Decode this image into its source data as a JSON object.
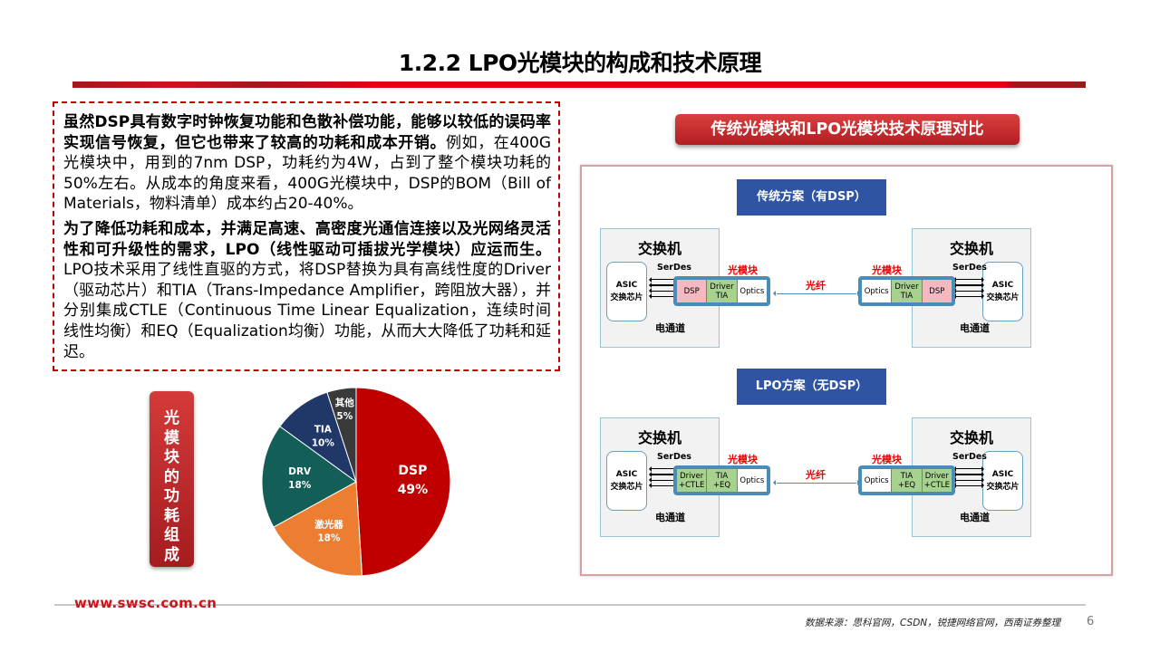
{
  "title": "1.2.2 LPO光模块的构成和技术原理",
  "text": {
    "p1_bold": "虽然DSP具有数字时钟恢复功能和色散补偿功能，能够以较低的误码率实现信号恢复，但它也带来了较高的功耗和成本开销。",
    "p1_rest": "例如，在400G光模块中，用到的7nm  DSP，功耗约为4W，占到了整个模块功耗的50%左右。从成本的角度来看，400G光模块中，DSP的BOM（Bill of Materials，物料清单）成本约占20-40%。",
    "p2_bold": "为了降低功耗和成本，并满足高速、高密度光通信连接以及光网络灵活性和可升级性的需求，LPO（线性驱动可插拔光学模块）应运而生。",
    "p2_rest": "LPO技术采用了线性直驱的方式，将DSP替换为具有高线性度的Driver（驱动芯片）和TIA（Trans-Impedance Amplifier，跨阻放大器），并分别集成CTLE（Continuous Time Linear Equalization，连续时间线性均衡）和EQ（Equalization均衡）功能，从而大大降低了功耗和延迟。"
  },
  "pie_label": "光模块的功耗组成",
  "chart_data": {
    "type": "pie",
    "slices": [
      {
        "label": "DSP",
        "value": 49,
        "display": "49%",
        "color": "#c00000"
      },
      {
        "label": "激光器",
        "value": 18,
        "display": "18%",
        "color": "#ed7d31"
      },
      {
        "label": "DRV",
        "value": 18,
        "display": "18%",
        "color": "#135e57"
      },
      {
        "label": "TIA",
        "value": 10,
        "display": "10%",
        "color": "#1f3868"
      },
      {
        "label": "其他",
        "value": 5,
        "display": "5%",
        "color": "#3a3a3a"
      }
    ],
    "start": "top",
    "direction": "clockwise"
  },
  "comparison": {
    "title": "传统光模块和LPO光模块技术原理对比",
    "diagrams": [
      {
        "header": "传统方案（有DSP）",
        "switch": "交换机",
        "asic": "ASIC",
        "asic_sub": "交换芯片",
        "serdes": "SerDes",
        "channel": "电通道",
        "module_label": "光模块",
        "fiber": "光纤",
        "cells": [
          {
            "text": "DSP",
            "kind": "dsp"
          },
          {
            "text": "Driver\nTIA",
            "kind": "green"
          },
          {
            "text": "Optics",
            "kind": "optics"
          }
        ]
      },
      {
        "header": "LPO方案（无DSP）",
        "switch": "交换机",
        "asic": "ASIC",
        "asic_sub": "交换芯片",
        "serdes": "SerDes",
        "channel": "电通道",
        "module_label": "光模块",
        "fiber": "光纤",
        "cells": [
          {
            "text": "Driver\n+CTLE",
            "kind": "green"
          },
          {
            "text": "TIA\n+EQ",
            "kind": "green"
          },
          {
            "text": "Optics",
            "kind": "optics"
          }
        ]
      }
    ]
  },
  "footer": {
    "site": "www.swsc.com.cn",
    "source": "数据来源：思科官网，CSDN，锐捷网络官网，西南证券整理",
    "page": "6"
  },
  "colors": {
    "brand_red": "#d0121b",
    "header_blue": "#2e54a3",
    "module_blue": "#4a8cb8"
  }
}
